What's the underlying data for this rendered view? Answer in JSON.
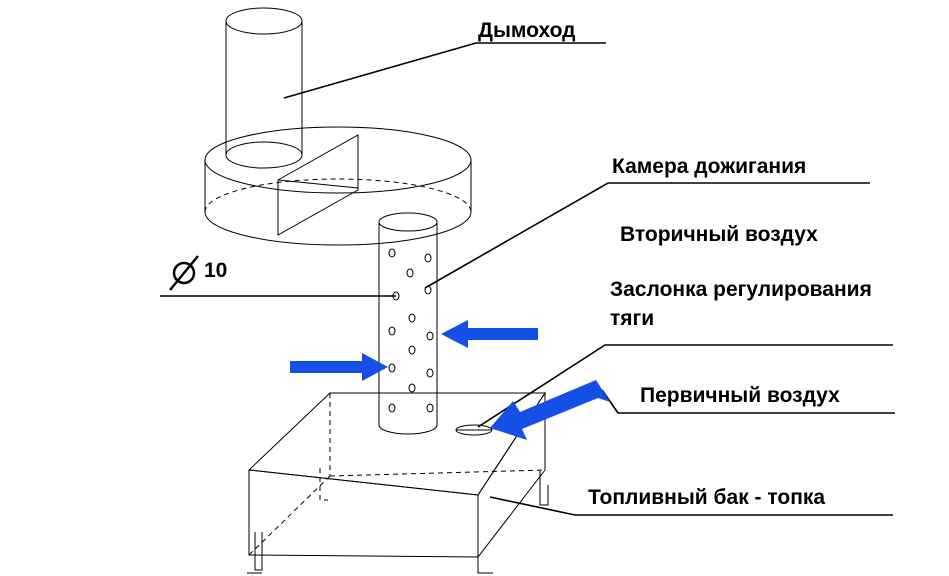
{
  "labels": {
    "chimney": "Дымоход",
    "afterburn_chamber": "Камера дожигания",
    "secondary_air": "Вторичный воздух",
    "hole_diameter": "10",
    "draft_damper_line1": "Заслонка регулирования",
    "draft_damper_line2": "тяги",
    "primary_air": "Первичный воздух",
    "fuel_tank": "Топливный бак - топка"
  },
  "colors": {
    "arrow": "#1450e6",
    "line": "#000000",
    "background": "#ffffff"
  },
  "icons": {
    "diameter_symbol": "diameter-icon"
  }
}
